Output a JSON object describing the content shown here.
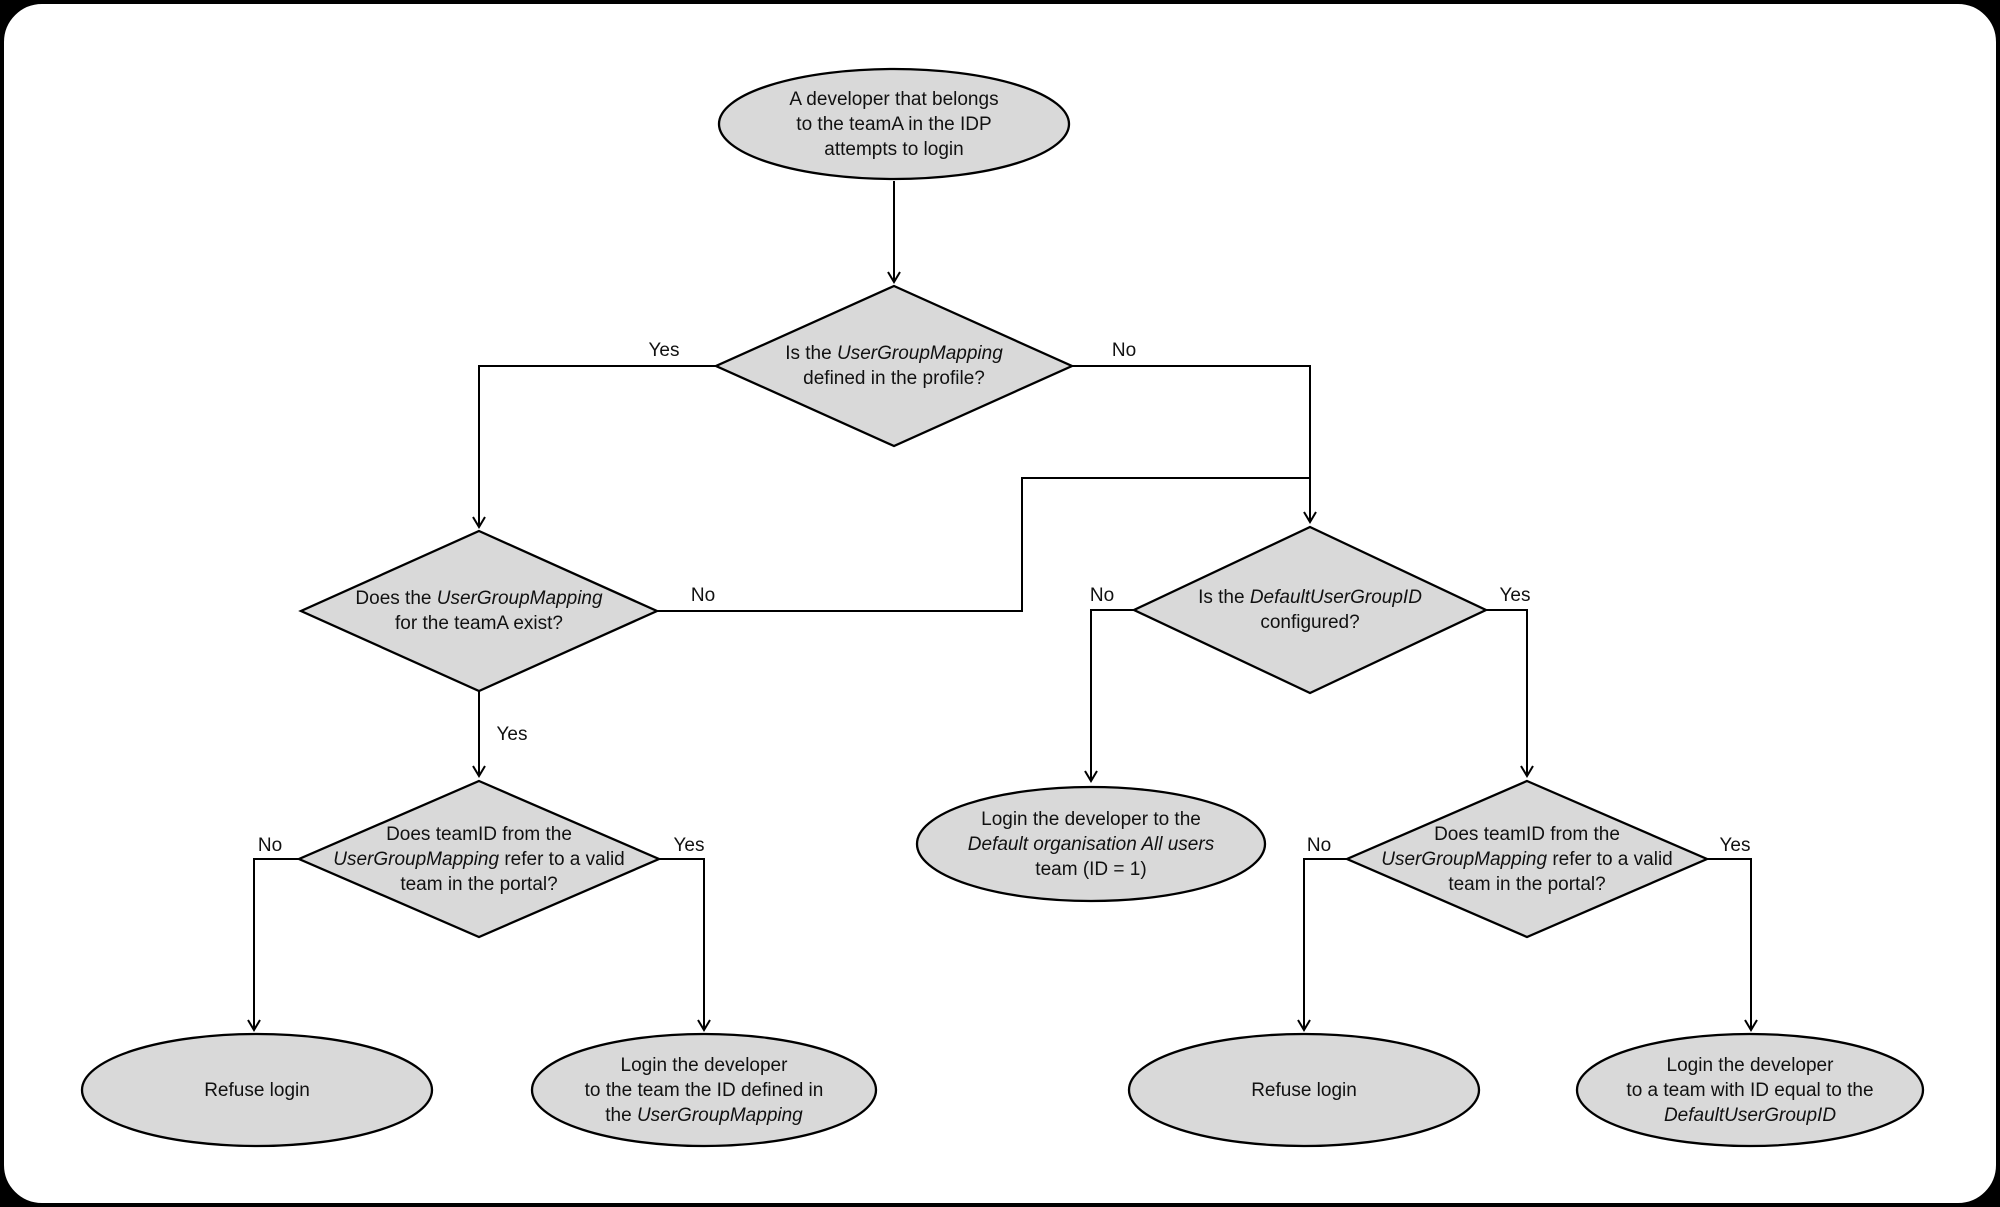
{
  "colors": {
    "node_fill": "#d9d9d9",
    "node_stroke": "#000000",
    "line": "#000000",
    "page_background": "#ffffff",
    "frame_border": "#000000"
  },
  "labels": {
    "yes": "Yes",
    "no": "No"
  },
  "nodes": {
    "start": {
      "l1": "A developer that belongs",
      "l2": "to the teamA in the IDP",
      "l3": "attempts to login"
    },
    "d1": {
      "l1_pre": "Is the ",
      "l1_term": "UserGroupMapping",
      "l2": "defined in the profile?"
    },
    "d2l": {
      "l1_pre": "Does the ",
      "l1_term": "UserGroupMapping",
      "l2": "for the teamA exist?"
    },
    "d2r": {
      "l1_pre": "Is the ",
      "l1_term": "DefaultUserGroupID",
      "l2": "configured?"
    },
    "d3l": {
      "l1": "Does teamID from the",
      "l2_term": "UserGroupMapping",
      "l2_post": " refer to a valid",
      "l3": "team in the portal?"
    },
    "d3r": {
      "l1": "Does teamID from the",
      "l2_term": "UserGroupMapping",
      "l2_post": " refer to a valid",
      "l3": "team in the portal?"
    },
    "e_default_org": {
      "l1": "Login the developer to the",
      "l2_term": "Default organisation All users",
      "l3": "team (ID = 1)"
    },
    "e_refuse_left": {
      "l1": "Refuse login"
    },
    "e_login_ugm": {
      "l1": "Login the developer",
      "l2": "to the team the ID defined in",
      "l3_pre": "the ",
      "l3_term": "UserGroupMapping"
    },
    "e_refuse_right": {
      "l1": "Refuse login"
    },
    "e_login_dugid": {
      "l1": "Login the developer",
      "l2": "to a team with ID equal to the",
      "l3_term": "DefaultUserGroupID"
    }
  }
}
